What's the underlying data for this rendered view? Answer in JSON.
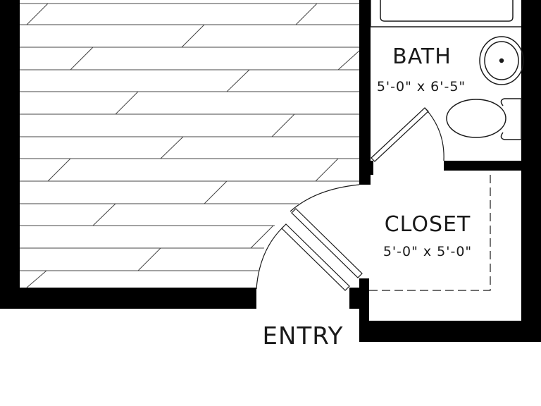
{
  "rooms": {
    "bath": {
      "name": "BATH",
      "dimensions": "5'-0\" x 6'-5\""
    },
    "closet": {
      "name": "CLOSET",
      "dimensions": "5'-0\" x 5'-0\""
    },
    "entry": {
      "name": "ENTRY"
    }
  },
  "colors": {
    "wall": "#000000",
    "line": "#1a1a1a",
    "background": "#ffffff"
  }
}
